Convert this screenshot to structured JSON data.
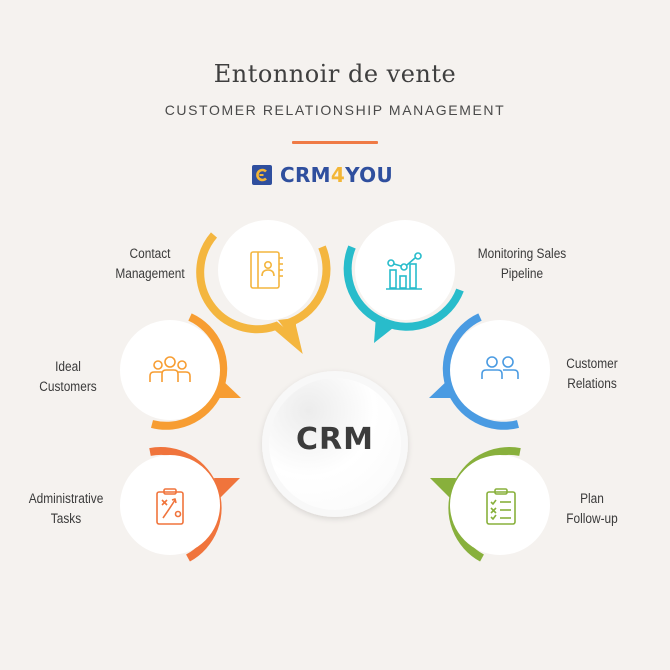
{
  "header": {
    "title": "Entonnoir de vente",
    "subtitle": "CUSTOMER RELATIONSHIP MANAGEMENT",
    "divider_color": "#ef7a45"
  },
  "logo": {
    "icon": "crm4you-logo-icon",
    "text_prefix": "CRM",
    "text_highlight": "4",
    "text_suffix": "YOU",
    "brand_color": "#2f4f9e",
    "highlight_color": "#f3b636"
  },
  "center": {
    "label": "CRM"
  },
  "nodes": [
    {
      "id": "contact-management",
      "line1": "Contact",
      "line2": "Management",
      "icon": "address-book-icon",
      "color": "#f4b63f"
    },
    {
      "id": "monitoring-sales-pipeline",
      "line1": "Monitoring Sales",
      "line2": "Pipeline",
      "icon": "chart-growth-icon",
      "color": "#28bccb"
    },
    {
      "id": "ideal-customers",
      "line1": "Ideal",
      "line2": "Customers",
      "icon": "group-icon",
      "color": "#f79d32"
    },
    {
      "id": "customer-relations",
      "line1": "Customer",
      "line2": "Relations",
      "icon": "two-users-icon",
      "color": "#4a9be2"
    },
    {
      "id": "administrative-tasks",
      "line1": "Administrative",
      "line2": "Tasks",
      "icon": "strategy-clipboard-icon",
      "color": "#f0743c"
    },
    {
      "id": "plan-follow-up",
      "line1": "Plan",
      "line2": "Follow-up",
      "icon": "checklist-clipboard-icon",
      "color": "#88b03c"
    }
  ]
}
